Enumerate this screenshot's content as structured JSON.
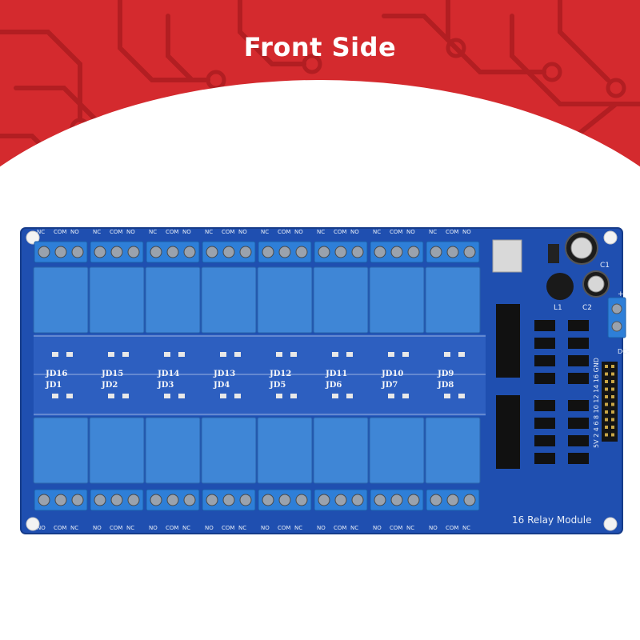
{
  "header": {
    "title": "Front Side"
  },
  "colors": {
    "banner_red": "#d42a2e",
    "pcb_blue": "#1f4fb0",
    "relay_blue": "#3f86d6"
  },
  "board": {
    "model_label": "16 Relay Module",
    "relay_labels_top": [
      "JD16",
      "JD15",
      "JD14",
      "JD13",
      "JD12",
      "JD11",
      "JD10",
      "JD9"
    ],
    "relay_labels_bottom": [
      "JD1",
      "JD2",
      "JD3",
      "JD4",
      "JD5",
      "JD6",
      "JD7",
      "JD8"
    ],
    "terminal_top": [
      "NC",
      "COM",
      "NO"
    ],
    "terminal_bottom": [
      "NO",
      "COM",
      "NC"
    ],
    "component_labels": {
      "c1": "C1",
      "c2": "C2",
      "l1": "L1",
      "power_plus": "+",
      "power_label": "DC-",
      "header_pins": "5V 2 4 6 8 10 12 14 16 GND"
    }
  }
}
